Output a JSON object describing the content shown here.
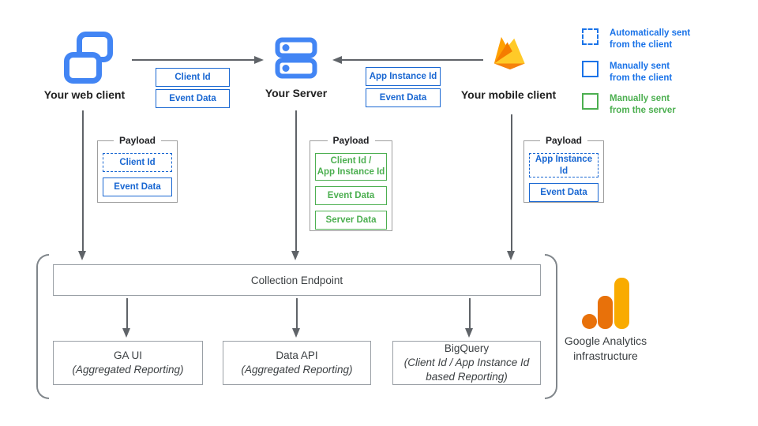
{
  "colors": {
    "icon_blue": "#4285F4",
    "data_blue": "#1967d2",
    "data_green": "#4caf50",
    "arrow_gray": "#5f6368",
    "box_border_gray": "#9aa0a6",
    "ga_orange": "#E8710A",
    "ga_amber": "#F9AB00"
  },
  "clients": {
    "web": {
      "label": "Your web client",
      "icon": "browser-windows-icon"
    },
    "server": {
      "label": "Your Server",
      "icon": "server-stack-icon"
    },
    "mobile": {
      "label": "Your mobile client",
      "icon": "firebase-icon"
    }
  },
  "flow_web_to_server": {
    "items": [
      {
        "label": "Client Id"
      },
      {
        "label": "Event Data"
      }
    ]
  },
  "flow_mobile_to_server": {
    "items": [
      {
        "label": "App Instance Id"
      },
      {
        "label": "Event Data"
      }
    ]
  },
  "payload_web": {
    "title": "Payload",
    "items": [
      {
        "label": "Client Id",
        "style": "dashed-blue"
      },
      {
        "label": "Event Data",
        "style": "solid-blue"
      }
    ]
  },
  "payload_server": {
    "title": "Payload",
    "items": [
      {
        "label": "Client Id /\nApp Instance Id",
        "style": "solid-green"
      },
      {
        "label": "Event Data",
        "style": "solid-green"
      },
      {
        "label": "Server Data",
        "style": "solid-green"
      }
    ]
  },
  "payload_mobile": {
    "title": "Payload",
    "items": [
      {
        "label": "App Instance Id",
        "style": "dashed-blue"
      },
      {
        "label": "Event Data",
        "style": "solid-blue"
      }
    ]
  },
  "legend": {
    "items": [
      {
        "label": "Automatically sent\nfrom the client",
        "style": "dashed-blue"
      },
      {
        "label": "Manually sent\nfrom the client",
        "style": "solid-blue"
      },
      {
        "label": "Manually sent\nfrom the server",
        "style": "solid-green"
      }
    ]
  },
  "infrastructure": {
    "endpoint_label": "Collection Endpoint",
    "outputs": [
      {
        "title": "GA UI",
        "subtitle": "(Aggregated Reporting)"
      },
      {
        "title": "Data API",
        "subtitle": "(Aggregated Reporting)"
      },
      {
        "title": "BigQuery",
        "subtitle": "(Client Id / App Instance Id\nbased Reporting)"
      }
    ],
    "brand_label": "Google Analytics\ninfrastructure"
  }
}
